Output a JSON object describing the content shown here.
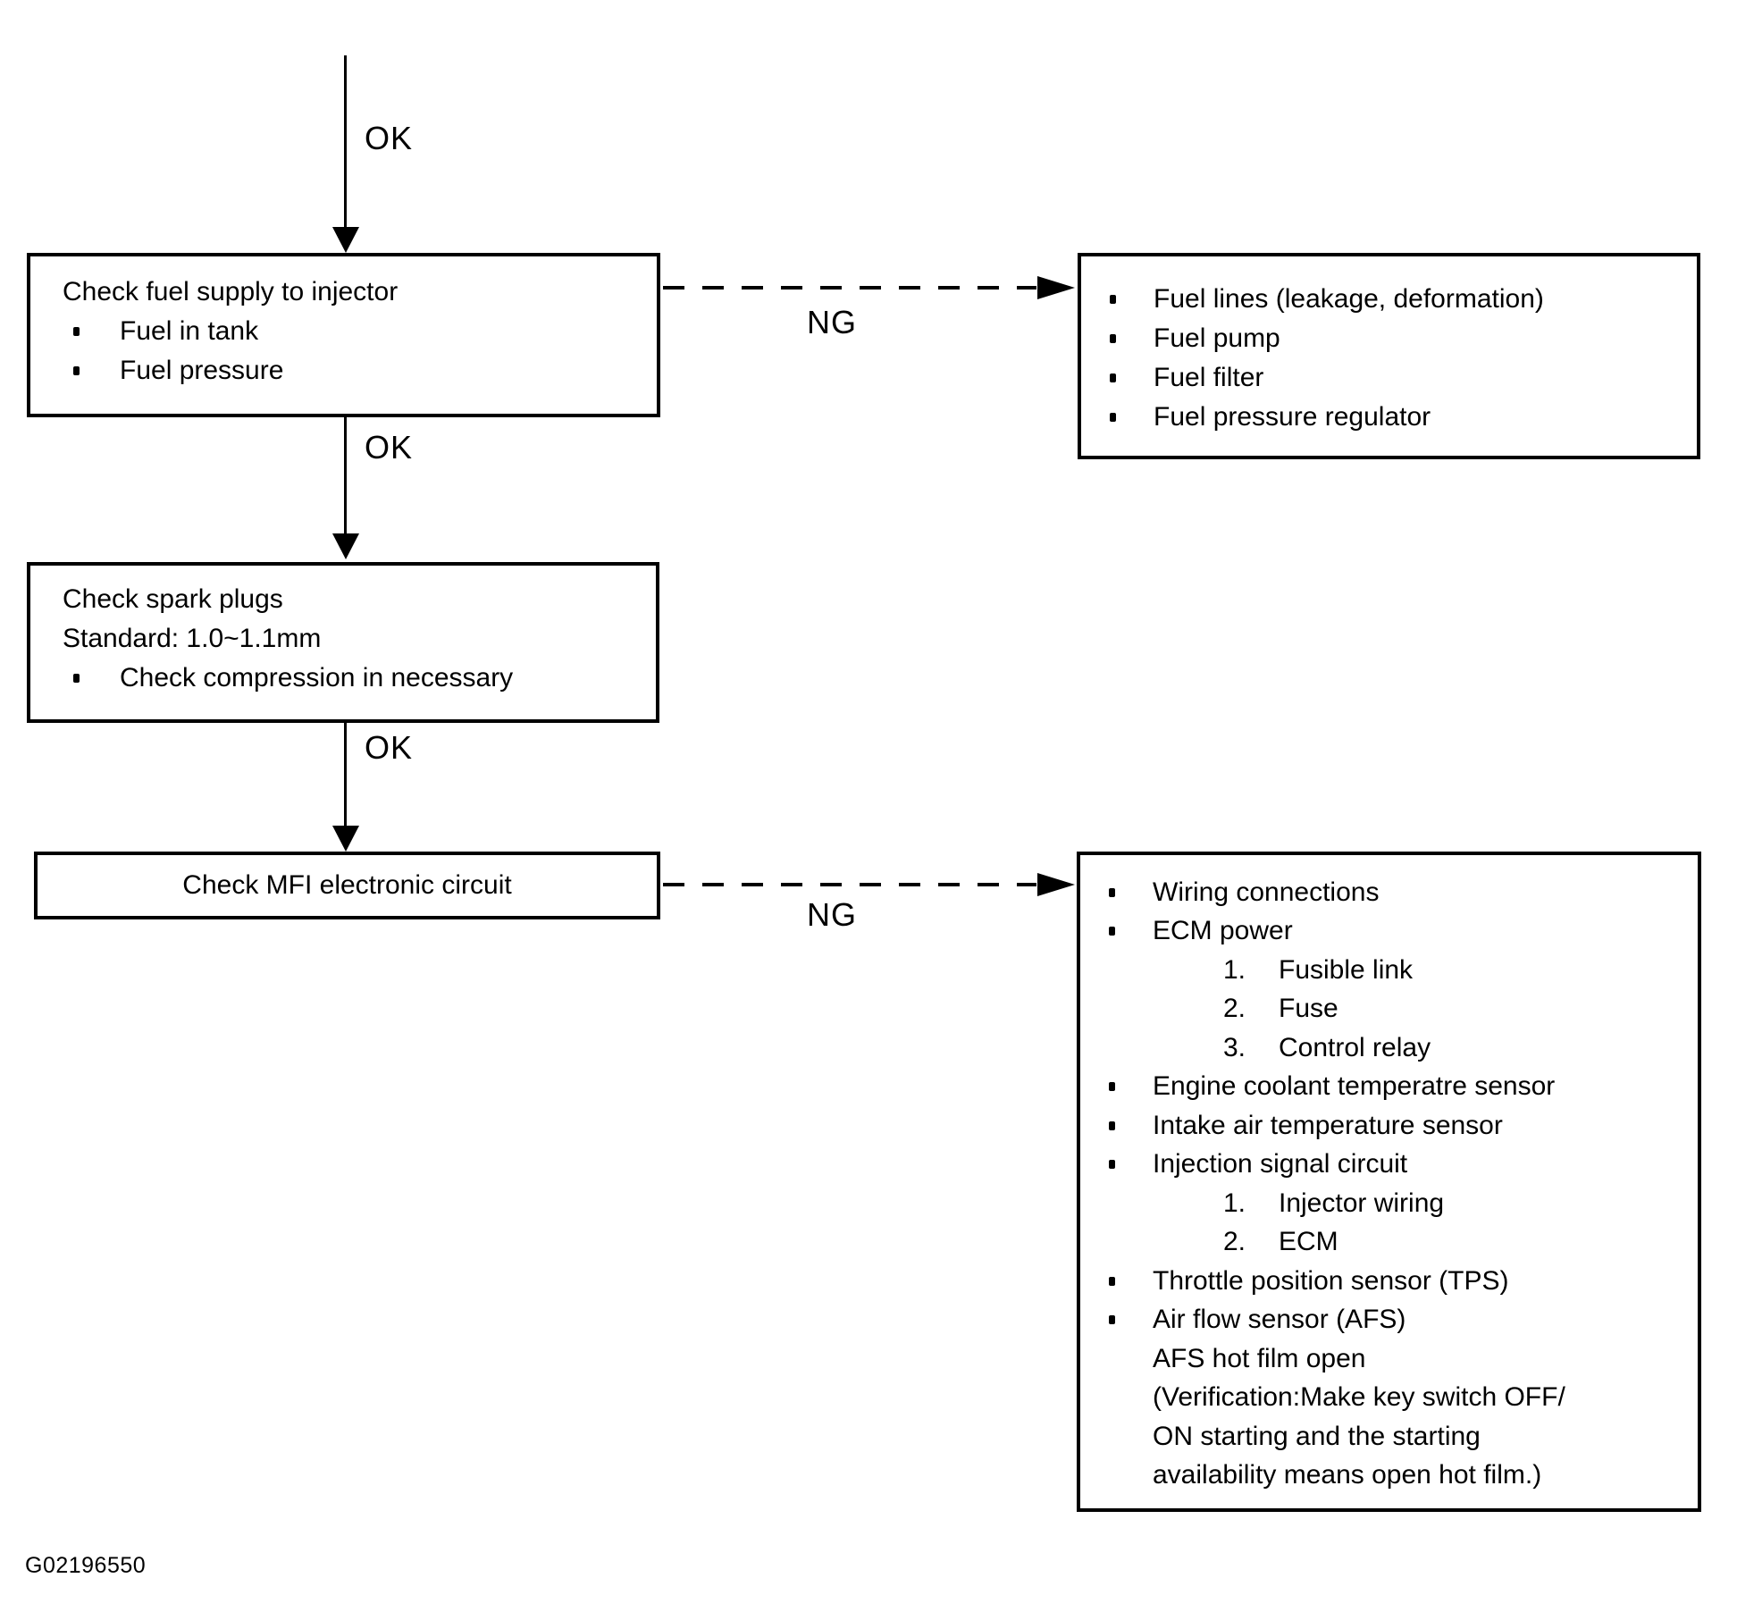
{
  "page": {
    "background_color": "#ffffff",
    "ink_color": "#000000",
    "figure_id": "G02196550"
  },
  "flow": {
    "edge_labels": {
      "ok_top": "OK",
      "ok_mid": "OK",
      "ok_bottom": "OK",
      "ng_top": "NG",
      "ng_bottom": "NG"
    },
    "boxes": {
      "step_fuel_supply": {
        "items": [
          {
            "type": "plain",
            "text": "Check fuel supply to injector"
          },
          {
            "type": "bullet",
            "text": "Fuel in tank"
          },
          {
            "type": "bullet",
            "text": "Fuel pressure"
          }
        ]
      },
      "step_spark_plugs": {
        "items": [
          {
            "type": "plain",
            "text": "Check spark plugs"
          },
          {
            "type": "plain",
            "text": "Standard: 1.0~1.1mm"
          },
          {
            "type": "bullet",
            "text": "Check compression in necessary"
          }
        ]
      },
      "step_mfi_circuit": {
        "title": "Check MFI electronic circuit"
      },
      "ng_fuel_system": {
        "items": [
          {
            "type": "bullet",
            "text": "Fuel lines (leakage, deformation)"
          },
          {
            "type": "bullet",
            "text": "Fuel pump"
          },
          {
            "type": "bullet",
            "text": "Fuel filter"
          },
          {
            "type": "bullet",
            "text": "Fuel pressure regulator"
          }
        ]
      },
      "ng_mfi_circuit": {
        "items": [
          {
            "type": "bullet",
            "text": "Wiring connections"
          },
          {
            "type": "bullet",
            "text": "ECM power"
          },
          {
            "type": "num",
            "marker": "1.",
            "text": "Fusible link"
          },
          {
            "type": "num",
            "marker": "2.",
            "text": "Fuse"
          },
          {
            "type": "num",
            "marker": "3.",
            "text": "Control relay"
          },
          {
            "type": "bullet",
            "text": "Engine coolant temperatre sensor"
          },
          {
            "type": "bullet",
            "text": "Intake air temperature sensor"
          },
          {
            "type": "bullet",
            "text": "Injection signal circuit"
          },
          {
            "type": "num",
            "marker": "1.",
            "text": "Injector wiring"
          },
          {
            "type": "num",
            "marker": "2.",
            "text": "ECM"
          },
          {
            "type": "bullet",
            "text": "Throttle position sensor (TPS)"
          },
          {
            "type": "bullet",
            "text": "Air flow sensor (AFS)"
          },
          {
            "type": "plain",
            "text": "AFS hot film open"
          },
          {
            "type": "plain",
            "text": "(Verification:Make key switch OFF/"
          },
          {
            "type": "plain",
            "text": "ON starting and the starting"
          },
          {
            "type": "plain",
            "text": "availability means open hot film.)"
          }
        ]
      }
    }
  }
}
